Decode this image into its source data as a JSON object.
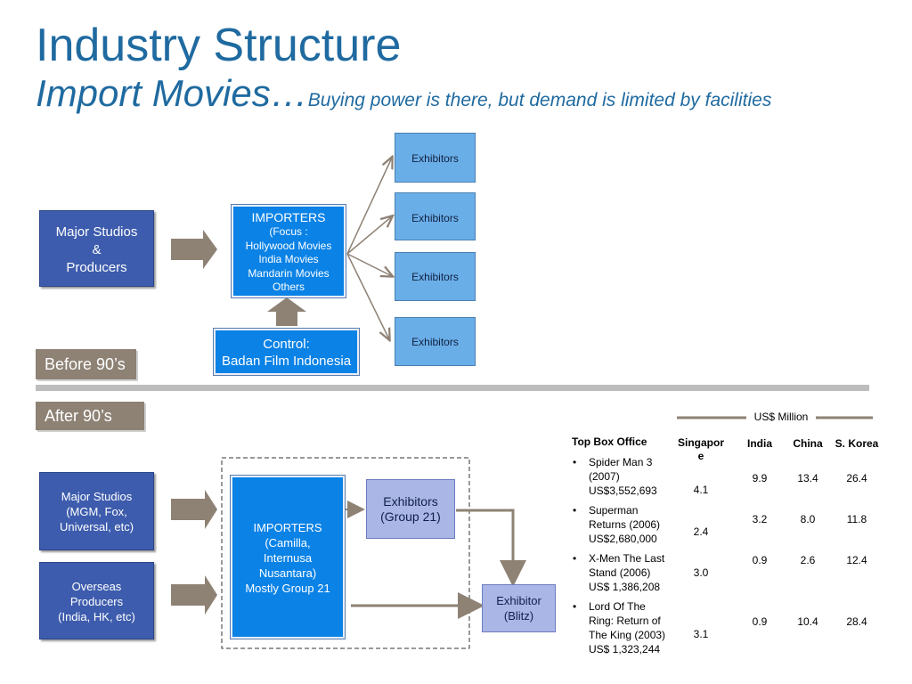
{
  "title": "Industry Structure",
  "subtitle_main": "Import Movies…",
  "subtitle_small": "Buying power is there, but demand is limited by facilities",
  "before": {
    "label": "Before 90’s",
    "studios": [
      "Major Studios",
      "&",
      "Producers"
    ],
    "importers": {
      "title": "IMPORTERS",
      "lines": [
        "(Focus :",
        "Hollywood Movies",
        "India Movies",
        "Mandarin Movies",
        "Others"
      ]
    },
    "control": [
      "Control:",
      "Badan Film Indonesia"
    ],
    "exhibitors": [
      "Exhibitors",
      "Exhibitors",
      "Exhibitors",
      "Exhibitors"
    ]
  },
  "after": {
    "label": "After 90’s",
    "studios": [
      "Major Studios",
      "(MGM, Fox,",
      "Universal, etc)"
    ],
    "overseas": [
      "Overseas",
      "Producers",
      "(India, HK, etc)"
    ],
    "importers": [
      "IMPORTERS",
      "(Camilla,",
      "Internusa",
      "Nusantara)",
      "Mostly Group 21"
    ],
    "exhibitors21": [
      "Exhibitors",
      "(Group 21)"
    ],
    "blitz": [
      "Exhibitor",
      "(Blitz)"
    ]
  },
  "table": {
    "unit": "US$ Million",
    "box_office_header": "Top Box Office",
    "col_headers": [
      "Singapor e",
      "India",
      "China",
      "S. Korea"
    ],
    "rows": [
      {
        "lines": [
          "Spider Man 3",
          "(2007)",
          "US$3,552,693"
        ],
        "sg": "4.1",
        "india": "9.9",
        "china": "13.4",
        "korea": "26.4"
      },
      {
        "lines": [
          "Superman",
          "Returns (2006)",
          "US$2,680,000"
        ],
        "sg": "2.4",
        "india": "3.2",
        "china": "8.0",
        "korea": "11.8"
      },
      {
        "lines": [
          "X-Men The Last",
          "Stand (2006)",
          "US$ 1,386,208"
        ],
        "sg": "3.0",
        "india": "0.9",
        "china": "2.6",
        "korea": "12.4"
      },
      {
        "lines": [
          "Lord Of The",
          "Ring: Return of",
          "The King (2003)",
          "US$ 1,323,244"
        ],
        "sg": "3.1",
        "india": "0.9",
        "china": "10.4",
        "korea": "28.4"
      }
    ],
    "bullet": "•"
  }
}
